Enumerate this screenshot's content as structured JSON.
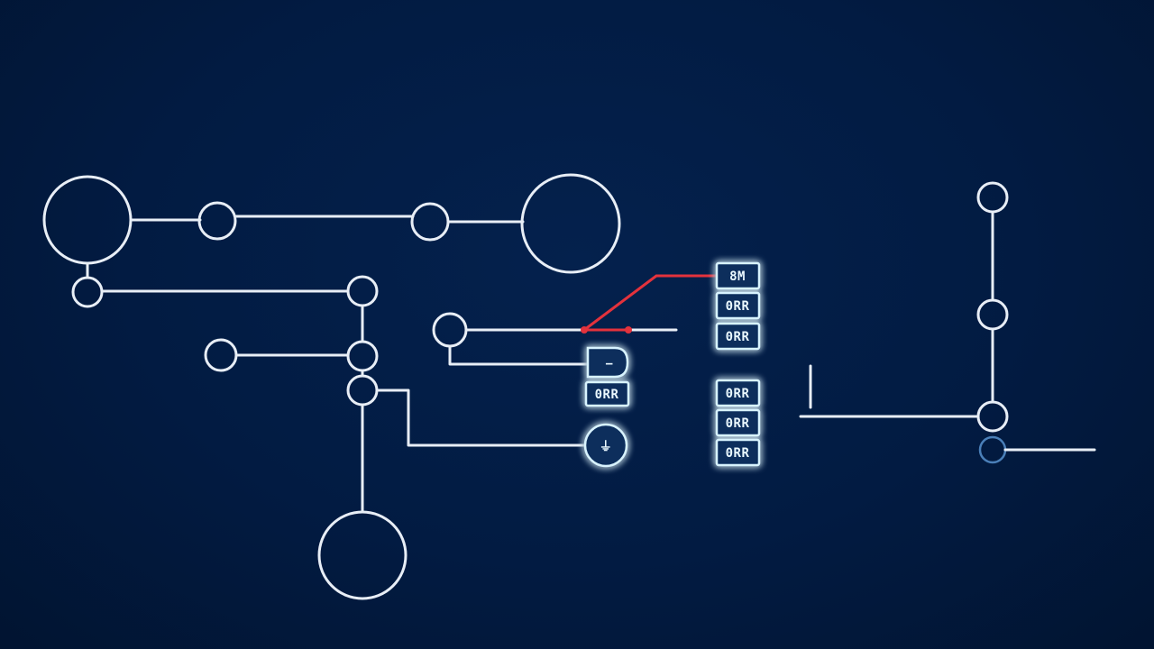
{
  "colors": {
    "background": "#021a3f",
    "wire": "#e8eef6",
    "highlight_wire": "#e3323c",
    "glow": "#9fe4ff"
  },
  "labels": {
    "box_top_1": "8M",
    "box_top_2": "0RR",
    "box_top_3": "0RR",
    "box_bottom_1": "0RR",
    "box_bottom_2": "0RR",
    "box_bottom_3": "0RR",
    "box_left": "0RR",
    "symbol_minus": "−",
    "symbol_ground": "⏚"
  },
  "icons": {
    "minus_node": "minus-symbol-icon",
    "ground_node": "ground-symbol-icon"
  }
}
